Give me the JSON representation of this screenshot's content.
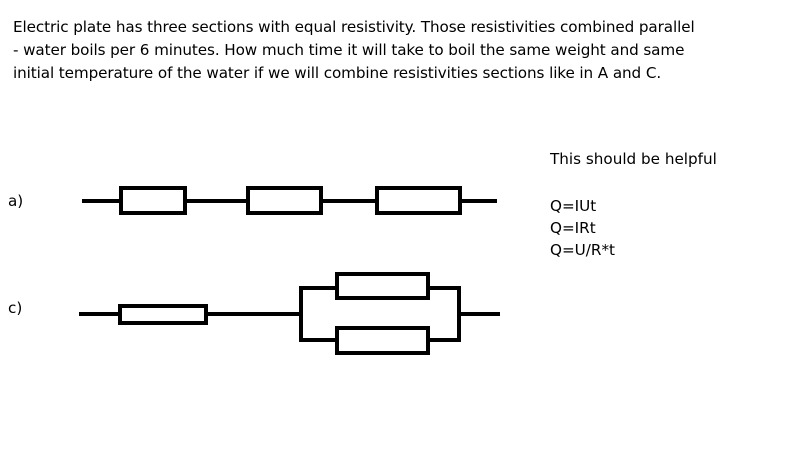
{
  "problem": {
    "lines": [
      "Electric plate has three sections with equal resistivity. Those resistivities combined parallel",
      "- water boils per 6 minutes. How much time it will take to boil the same weight and same",
      "initial temperature of the water if we will combine resistivities sections like in A and C."
    ]
  },
  "circuits": {
    "a_label": "a)",
    "c_label": "c)"
  },
  "hint": {
    "heading": "This should be helpful",
    "formulas": [
      "Q=IUt",
      "Q=IRt",
      "Q=U/R*t"
    ]
  },
  "colors": {
    "ink": "#000000",
    "background": "#ffffff"
  }
}
